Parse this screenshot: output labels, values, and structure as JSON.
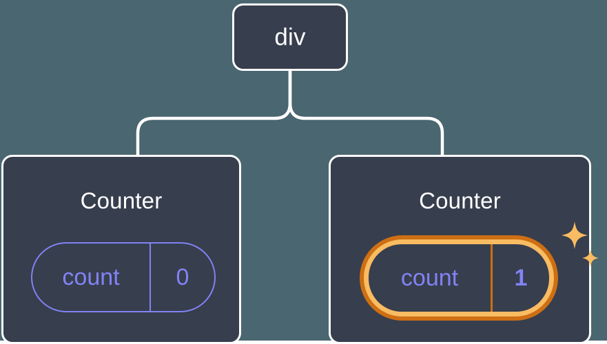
{
  "diagram": {
    "type": "component-tree",
    "background_color": "#4A6670",
    "node_fill_color": "#373E4D",
    "node_border_color": "#FFFFFF",
    "accent_purple": "#8183F5",
    "highlight_outer_orange": "#CE6F14",
    "highlight_inner_amber": "#F9BC62",
    "root": {
      "label": "div"
    },
    "children": [
      {
        "title": "Counter",
        "state": {
          "key": "count",
          "value": "0"
        },
        "highlighted": false
      },
      {
        "title": "Counter",
        "state": {
          "key": "count",
          "value": "1"
        },
        "highlighted": true,
        "sparkle_icons": [
          "sparkle-large-icon",
          "sparkle-small-icon"
        ]
      }
    ]
  }
}
